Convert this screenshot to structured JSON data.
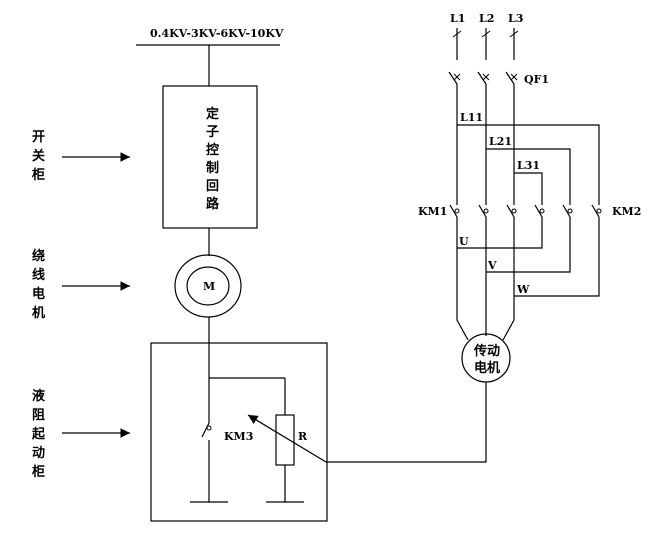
{
  "bus_voltage": "0.4KV-3KV-6KV-10KV",
  "stator_box": {
    "chars": [
      "定",
      "子",
      "控",
      "制",
      "回",
      "路"
    ]
  },
  "motor_label": "M",
  "side_labels": {
    "switchgear": [
      "开",
      "关",
      "柜"
    ],
    "wound_motor": [
      "绕",
      "线",
      "电",
      "机"
    ],
    "liquid_starter": [
      "液",
      "阻",
      "起",
      "动",
      "柜"
    ]
  },
  "starter": {
    "switch_label": "KM3",
    "resistor_label": "R"
  },
  "control": {
    "phases": [
      "L1",
      "L2",
      "L3"
    ],
    "breaker": "QF1",
    "taps": [
      "L11",
      "L21",
      "L31"
    ],
    "contactor_left": "KM1",
    "contactor_right": "KM2",
    "outputs": [
      "U",
      "V",
      "W"
    ],
    "drive_motor": [
      "传动",
      "电机"
    ]
  }
}
